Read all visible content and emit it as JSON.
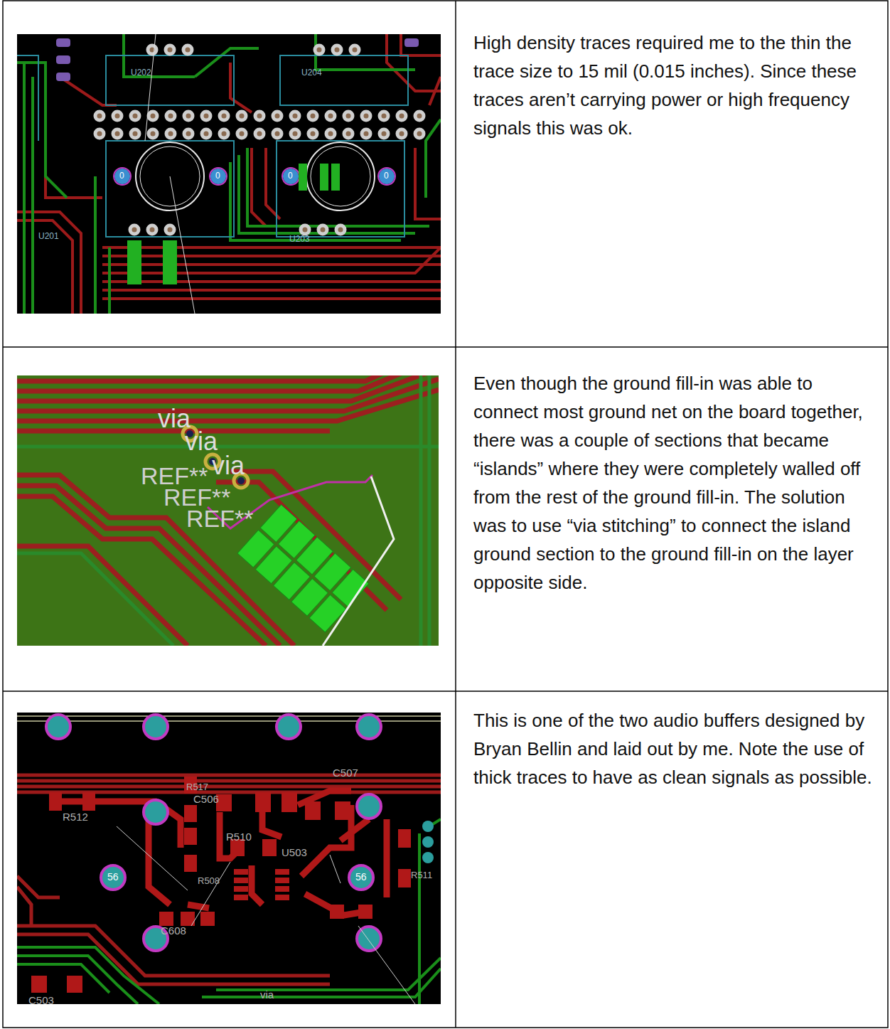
{
  "diagram": {
    "labels": [
      "High density traces required me to the thin the trace size to 15 mil (0.015 inches). Since these traces aren’t carrying power or high frequency signals this was ok.",
      "Even though the ground fill-in was able to connect most ground net on the board together, there was a couple of sections that became “islands” where they were completely walled off from the rest of the ground fill-in. The solution was to use “via stitching” to connect the island ground section to the ground fill-in on the layer opposite side.",
      "This is one of the two audio buffers designed by Bryan Bellin and laid out by me. Note the use of thick traces to have as clean signals as possible.",
      "U202",
      "U204",
      "U201",
      "U203",
      "0",
      "0",
      "0",
      "0",
      "via",
      "via",
      "via",
      "REF**",
      "REF**",
      "REF**",
      "R512",
      "R517",
      "C506",
      "C507",
      "R510",
      "R508",
      "U503",
      "C608",
      "C503",
      "R511",
      "56",
      "56",
      "via"
    ]
  }
}
